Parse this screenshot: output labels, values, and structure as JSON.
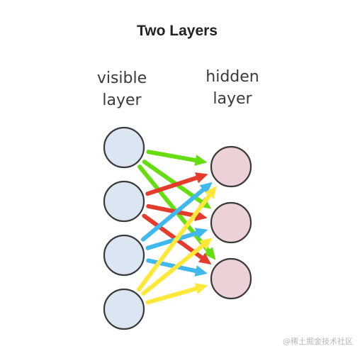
{
  "title": "Two Layers",
  "visible_layer": {
    "label_line1": "visible",
    "label_line2": "layer",
    "units": 4,
    "fill": "#dbe6f2",
    "stroke": "#3a3a3a"
  },
  "hidden_layer": {
    "label_line1": "hidden",
    "label_line2": "layer",
    "units": 3,
    "fill": "#ecd2d6",
    "stroke": "#3a3a3a"
  },
  "connections": [
    {
      "from": 0,
      "to": 0,
      "color": "#66dd11"
    },
    {
      "from": 0,
      "to": 1,
      "color": "#66dd11"
    },
    {
      "from": 0,
      "to": 2,
      "color": "#66dd11"
    },
    {
      "from": 1,
      "to": 0,
      "color": "#e53b2c"
    },
    {
      "from": 1,
      "to": 1,
      "color": "#e53b2c"
    },
    {
      "from": 1,
      "to": 2,
      "color": "#e53b2c"
    },
    {
      "from": 2,
      "to": 0,
      "color": "#3fb8ee"
    },
    {
      "from": 2,
      "to": 1,
      "color": "#3fb8ee"
    },
    {
      "from": 2,
      "to": 2,
      "color": "#3fb8ee"
    },
    {
      "from": 3,
      "to": 0,
      "color": "#ffe83a"
    },
    {
      "from": 3,
      "to": 1,
      "color": "#ffe83a"
    },
    {
      "from": 3,
      "to": 2,
      "color": "#ffe83a"
    }
  ],
  "watermark": "@稀土掘金技术社区"
}
